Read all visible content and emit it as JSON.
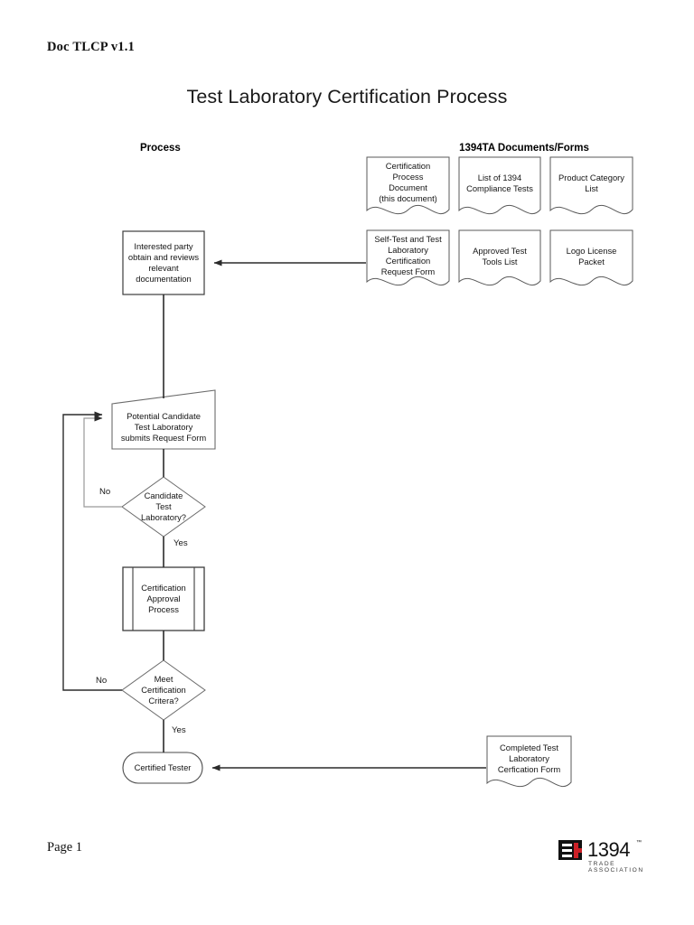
{
  "document": {
    "header": "Doc TLCP v1.1",
    "title": "Test Laboratory Certification Process",
    "footer": "Page 1"
  },
  "columns": {
    "process_header": "Process",
    "documents_header": "1394TA Documents/Forms"
  },
  "flow": {
    "nodes": [
      {
        "id": "review",
        "type": "process",
        "label": "Interested party\nobtain and reviews\nrelevant\ndocumentation"
      },
      {
        "id": "submit",
        "type": "manual-input",
        "label": "Potential Candidate\nTest Laboratory\nsubmits Request Form"
      },
      {
        "id": "decision1",
        "type": "decision",
        "label": "Candidate\nTest\nLaboratory?"
      },
      {
        "id": "approval",
        "type": "predefined-process",
        "label": "Certification\nApproval\nProcess"
      },
      {
        "id": "decision2",
        "type": "decision",
        "label": "Meet\nCertification\nCritera?"
      },
      {
        "id": "certified",
        "type": "terminator",
        "label": "Certified Tester"
      }
    ],
    "edge_labels": {
      "decision1_no": "No",
      "decision1_yes": "Yes",
      "decision2_no": "No",
      "decision2_yes": "Yes"
    }
  },
  "documents": [
    {
      "id": "doc1",
      "label": "Certification\nProcess\nDocument\n(this document)"
    },
    {
      "id": "doc2",
      "label": "List of 1394\nCompliance Tests"
    },
    {
      "id": "doc3",
      "label": "Product Category\nList"
    },
    {
      "id": "doc4",
      "label": "Self-Test and Test\nLaboratory\nCertification\nRequest Form"
    },
    {
      "id": "doc5",
      "label": "Approved Test\nTools List"
    },
    {
      "id": "doc6",
      "label": "Logo License\nPacket"
    },
    {
      "id": "doc7",
      "label": "Completed Test\nLaboratory\nCerfication Form"
    }
  ],
  "logo": {
    "word": "1394",
    "tm": "™",
    "tagline": "TRADE ASSOCIATION"
  },
  "colors": {
    "stroke": "#3c3c3c",
    "connector": "#2b2b2b",
    "connector_light": "#9a9a9a",
    "logo_red": "#cc2027",
    "text": "#151515"
  }
}
